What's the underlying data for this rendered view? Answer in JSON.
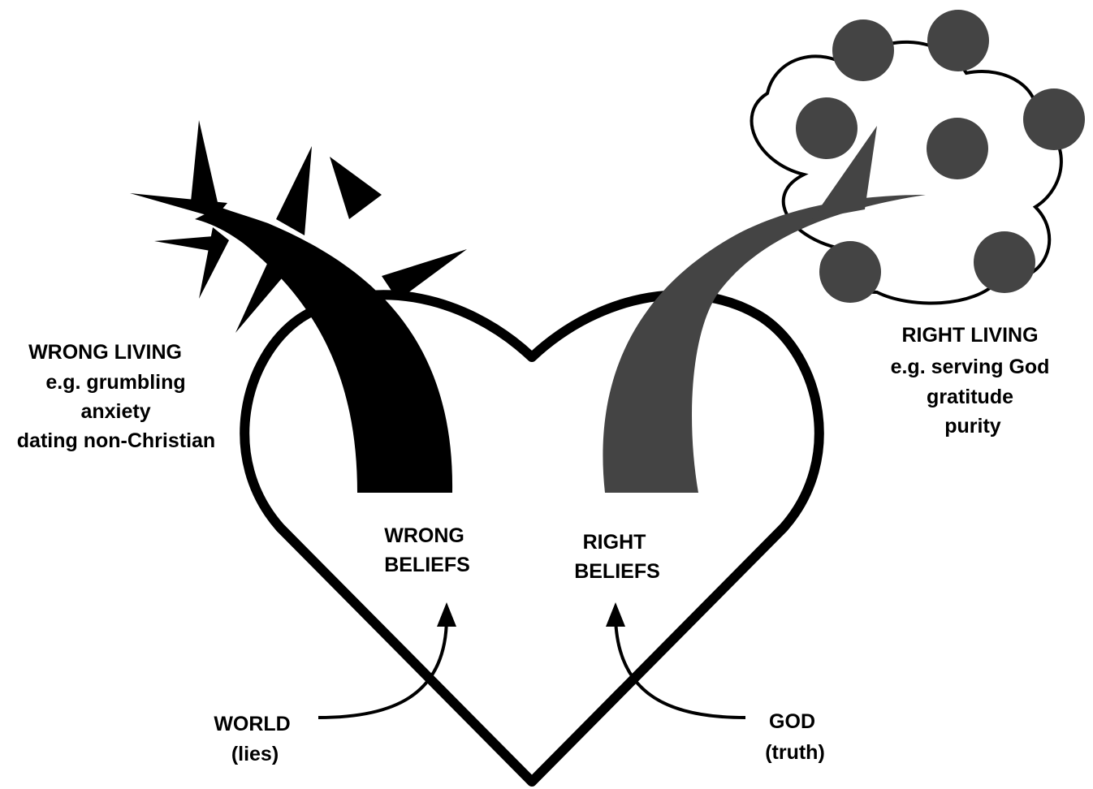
{
  "labels": {
    "wrong_living": {
      "title": "WRONG LIVING",
      "lines": [
        "e.g. grumbling",
        "anxiety",
        "dating non-Christian"
      ]
    },
    "right_living": {
      "title": "RIGHT LIVING",
      "lines": [
        "e.g. serving God",
        "gratitude",
        "purity"
      ]
    },
    "wrong_beliefs": [
      "WRONG",
      "BELIEFS"
    ],
    "right_beliefs": [
      "RIGHT",
      "BELIEFS"
    ],
    "world": [
      "WORLD",
      "(lies)"
    ],
    "god": [
      "GOD",
      "(truth)"
    ]
  },
  "colors": {
    "heart_outline": "#000000",
    "thorny_branch": "#000000",
    "fruit_branch": "#444444",
    "fruit": "#444444",
    "background": "#ffffff"
  }
}
